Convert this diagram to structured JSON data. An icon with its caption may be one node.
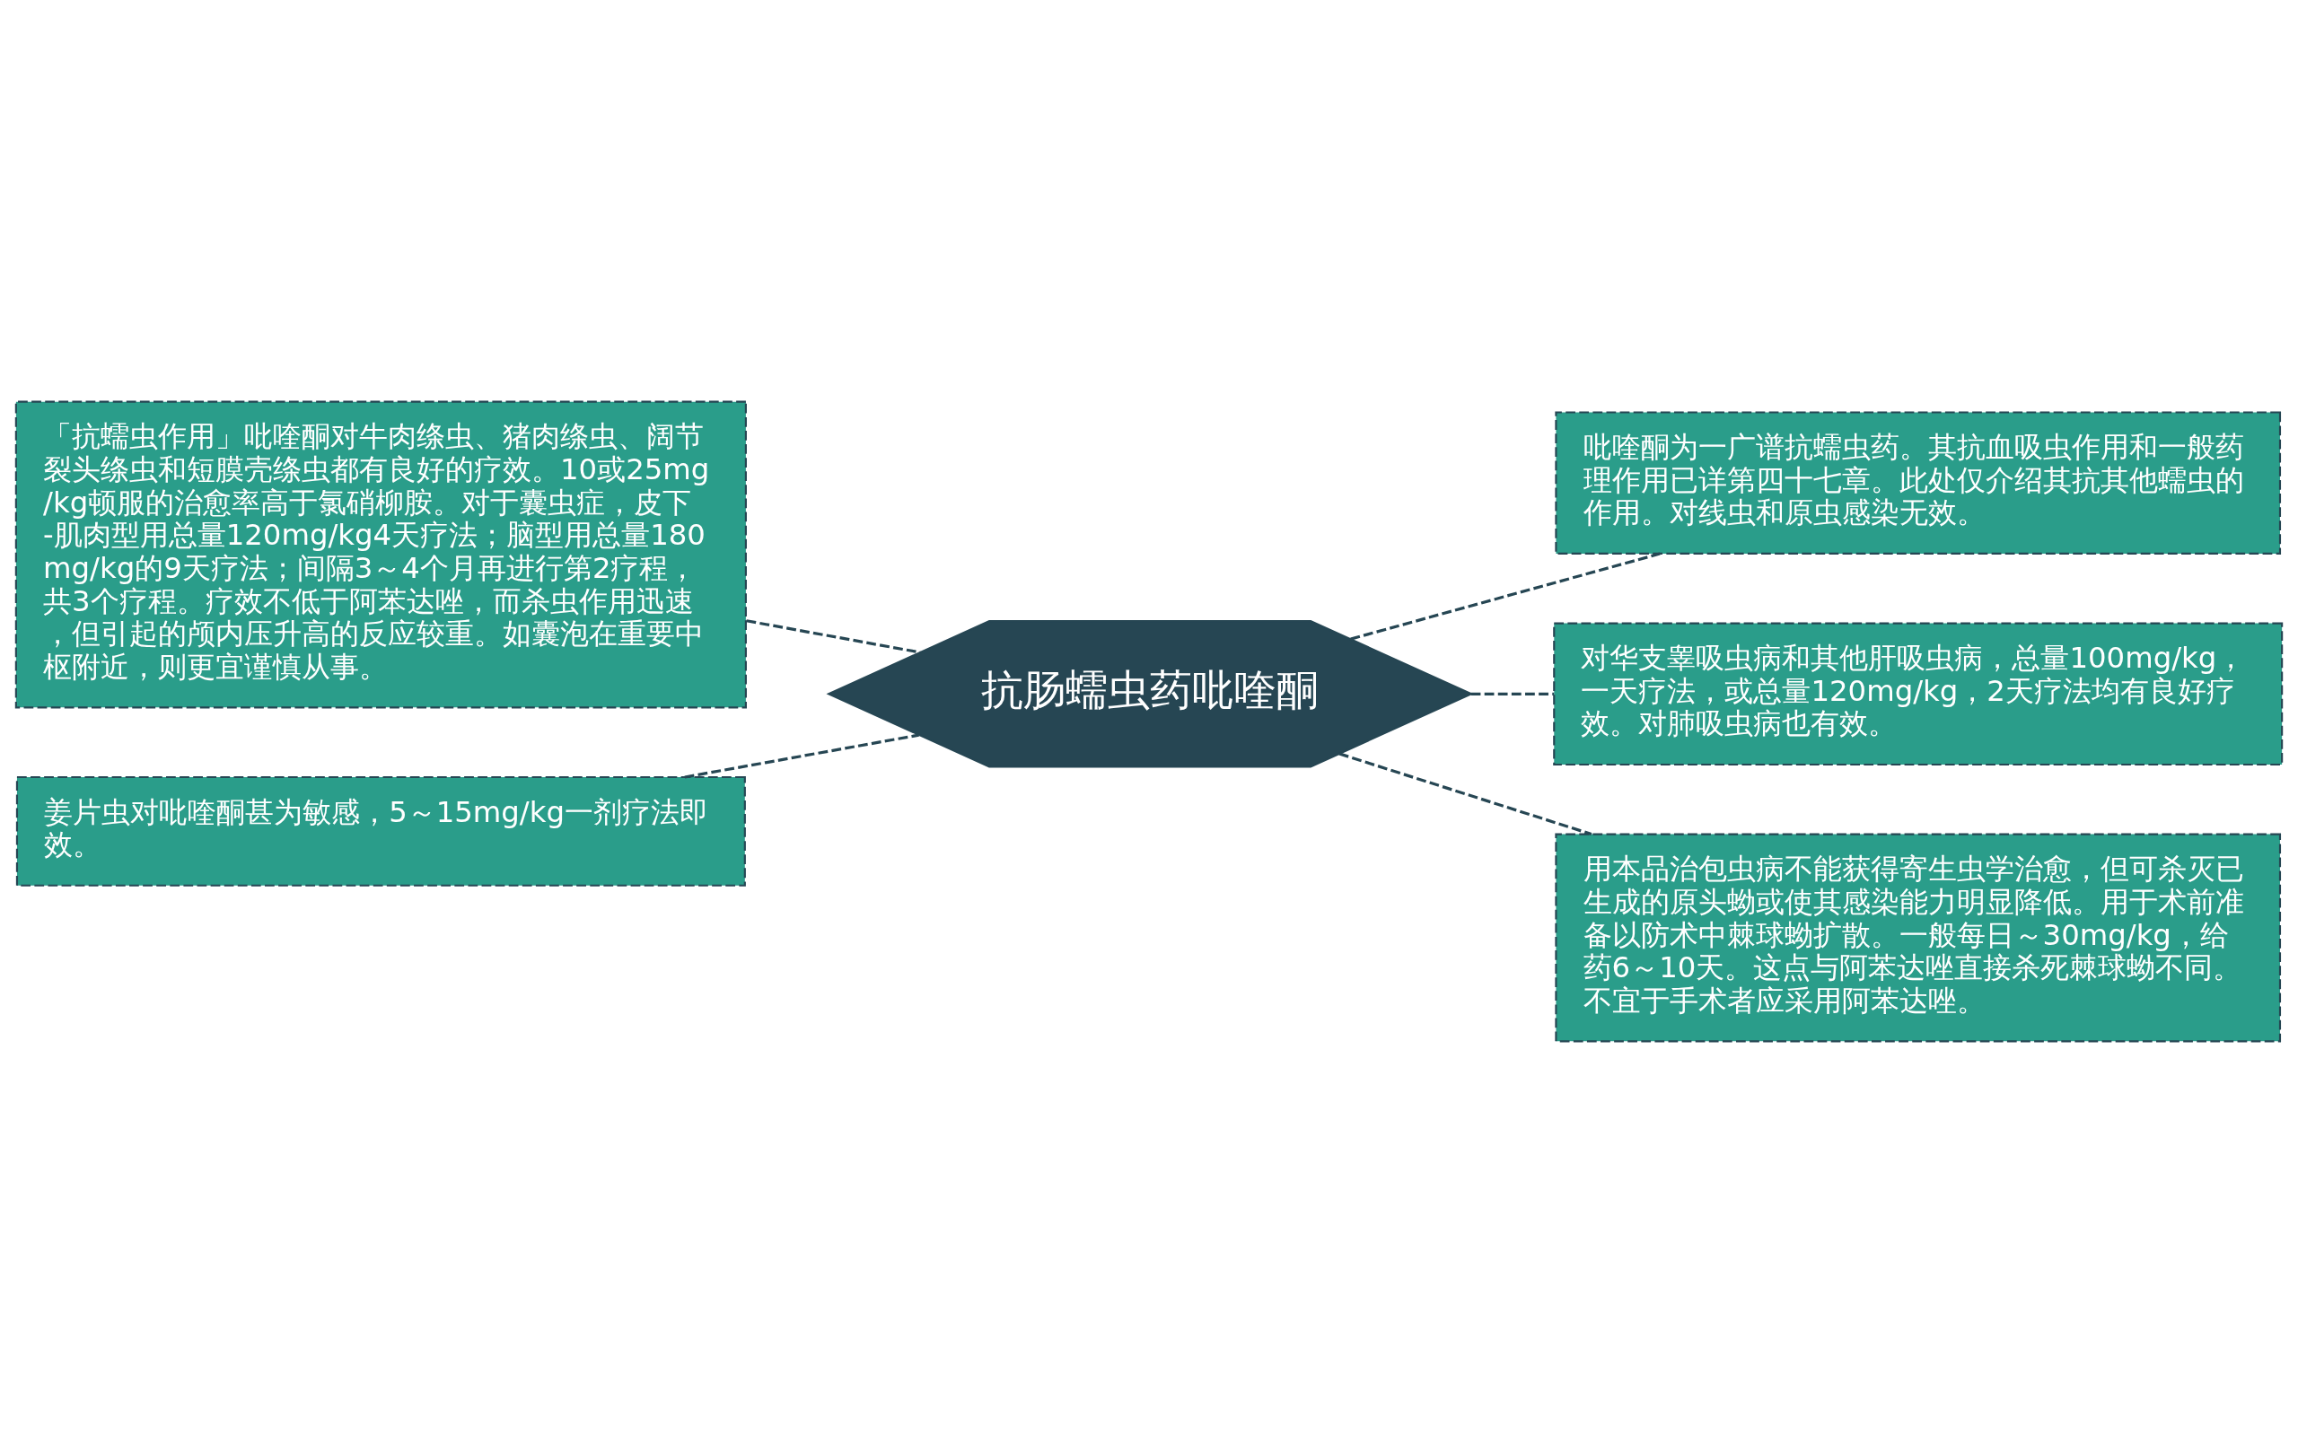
{
  "diagram": {
    "nodes": [
      {
        "text": [
          "抗肠蠕虫药吡喹酮"
        ]
      },
      {
        "text": [
          "「抗蠕虫作用」吡喹酮对牛肉绦虫、猪肉绦虫、阔节裂头绦虫和短膜壳绦虫都有良好的疗效。10或25mg/kg顿服的治愈率高于氯硝柳胺。对于囊虫症，皮下-肌肉型用总量120mg/kg4天疗法；脑型用总量180mg/kg的9天疗法；间隔3～4个月再进行第2疗程，共3个疗程。疗效不低于阿苯达唑，而杀虫作用迅速，但引起的颅内压升高的反应较重。如囊泡在重要中枢附近，则更宜谨慎从事。"
        ]
      },
      {
        "text": [
          "姜片虫对吡喹酮甚为敏感，5～15mg/kg一剂疗法即效。"
        ]
      },
      {
        "text": [
          "吡喹酮为一广谱抗蠕虫药。其抗血吸虫作用和一般药理作用已详第四十七章。此处仅介绍其抗其他蠕虫的作用。对线虫和原虫感染无效。"
        ]
      },
      {
        "text": [
          "对华支睾吸虫病和其他肝吸虫病，总量100mg/kg，一天疗法，或总量120mg/kg，2天疗法均有良好疗效。对肺吸虫病也有效。"
        ]
      },
      {
        "text": [
          "用本品治包虫病不能获得寄生虫学治愈，但可杀灭已生成的原头蚴或使其感染能力明显降低。用于术前准备以防术中棘球蚴扩散。一般每日～30mg/kg，给药6～10天。这点与阿苯达唑直接杀死棘球蚴不同。不宜于手术者应采用阿苯达唑。"
        ]
      }
    ],
    "edges": [
      {
        "from": 0,
        "to": 1,
        "arrow": "none",
        "style": "dashed"
      },
      {
        "from": 0,
        "to": 2,
        "arrow": "none",
        "style": "dashed"
      },
      {
        "from": 0,
        "to": 3,
        "arrow": "none",
        "style": "dashed"
      },
      {
        "from": 0,
        "to": 4,
        "arrow": "none",
        "style": "dashed"
      },
      {
        "from": 0,
        "to": 5,
        "arrow": "none",
        "style": "dashed"
      }
    ]
  }
}
